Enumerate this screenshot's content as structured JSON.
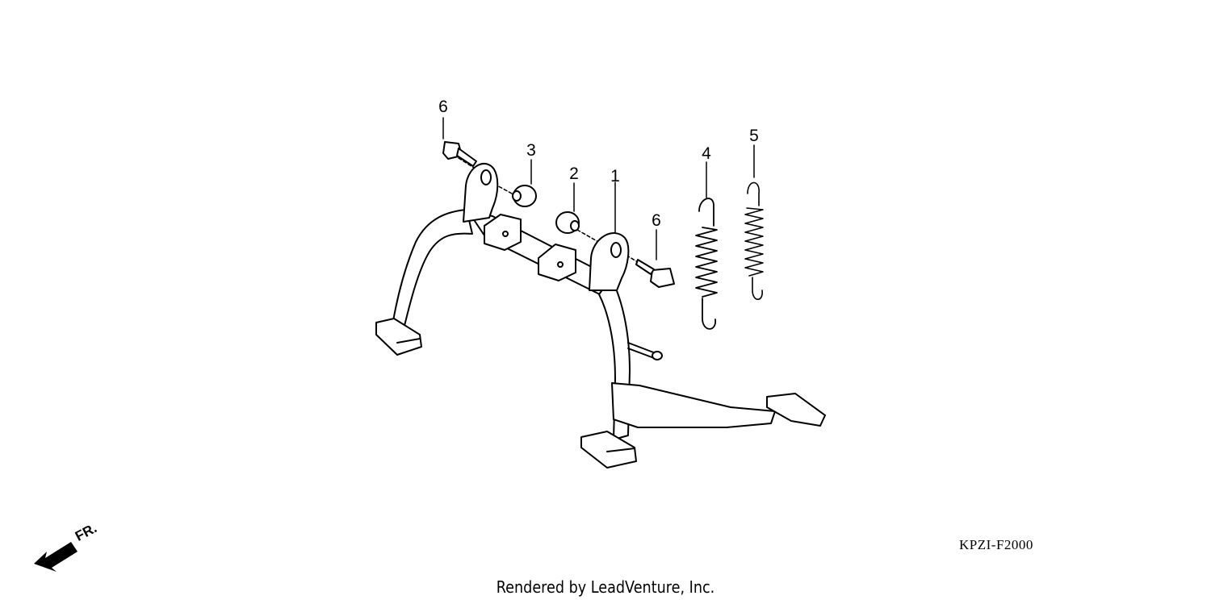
{
  "diagram": {
    "part_callouts": [
      {
        "id": "callout-1",
        "label": "1"
      },
      {
        "id": "callout-2",
        "label": "2"
      },
      {
        "id": "callout-3",
        "label": "3"
      },
      {
        "id": "callout-4",
        "label": "4"
      },
      {
        "id": "callout-5",
        "label": "5"
      },
      {
        "id": "callout-6a",
        "label": "6"
      },
      {
        "id": "callout-6b",
        "label": "6"
      }
    ],
    "direction_indicator": {
      "label": "FR.",
      "icon": "front-arrow-icon"
    },
    "diagram_code": "KPZI-F2000",
    "credit": "Rendered by LeadVenture, Inc.",
    "line_color": "#000000",
    "background_color": "#ffffff"
  }
}
